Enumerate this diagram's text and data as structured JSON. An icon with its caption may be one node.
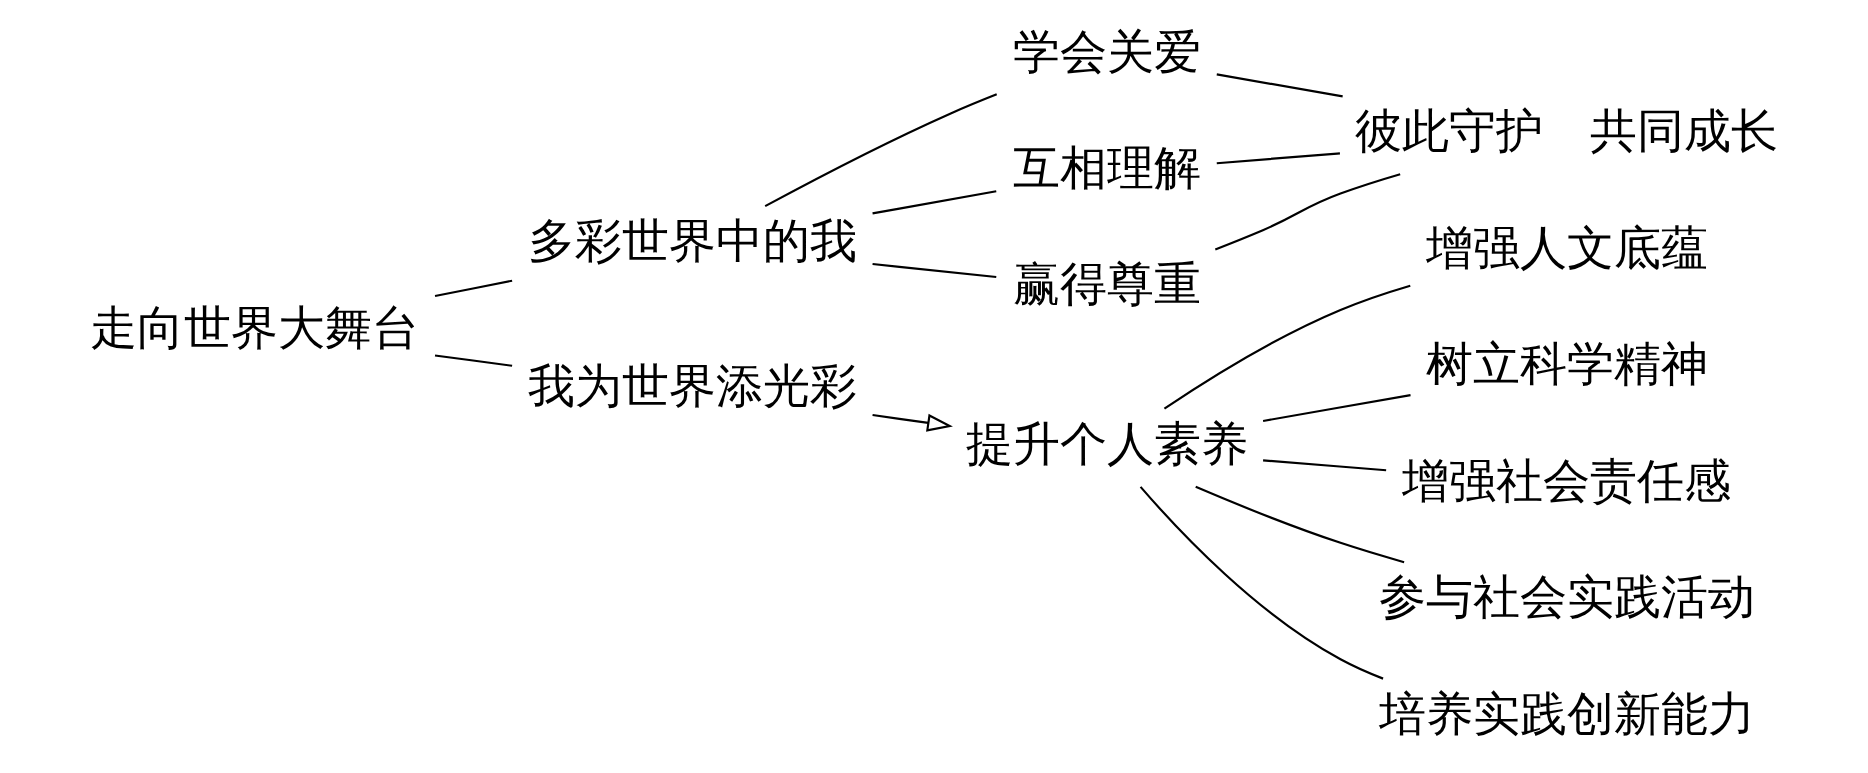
{
  "diagram": {
    "nodes": [
      {
        "text": [
          "走向世界大舞台"
        ]
      },
      {
        "text": [
          "多彩世界中的我"
        ]
      },
      {
        "text": [
          "学会关爱"
        ]
      },
      {
        "text": [
          "互相理解"
        ]
      },
      {
        "text": [
          "赢得尊重"
        ]
      },
      {
        "text": [
          "彼此守护　共同成长"
        ]
      },
      {
        "text": [
          "我为世界添光彩"
        ]
      },
      {
        "text": [
          "提升个人素养"
        ]
      },
      {
        "text": [
          "增强人文底蕴"
        ]
      },
      {
        "text": [
          "树立科学精神"
        ]
      },
      {
        "text": [
          "增强社会责任感"
        ]
      },
      {
        "text": [
          "参与社会实践活动"
        ]
      },
      {
        "text": [
          "培养实践创新能力"
        ]
      }
    ],
    "edges": [
      {
        "from": 0,
        "to": 1,
        "arrow": "none"
      },
      {
        "from": 0,
        "to": 6,
        "arrow": "none"
      },
      {
        "from": 1,
        "to": 2,
        "arrow": "none"
      },
      {
        "from": 1,
        "to": 3,
        "arrow": "none"
      },
      {
        "from": 1,
        "to": 4,
        "arrow": "none"
      },
      {
        "from": 2,
        "to": 5,
        "arrow": "none"
      },
      {
        "from": 3,
        "to": 5,
        "arrow": "none"
      },
      {
        "from": 4,
        "to": 5,
        "arrow": "none"
      },
      {
        "from": 6,
        "to": 7,
        "arrow": "to"
      },
      {
        "from": 7,
        "to": 8,
        "arrow": "none"
      },
      {
        "from": 7,
        "to": 9,
        "arrow": "none"
      },
      {
        "from": 7,
        "to": 10,
        "arrow": "none"
      },
      {
        "from": 7,
        "to": 11,
        "arrow": "none"
      },
      {
        "from": 7,
        "to": 12,
        "arrow": "none"
      }
    ]
  }
}
